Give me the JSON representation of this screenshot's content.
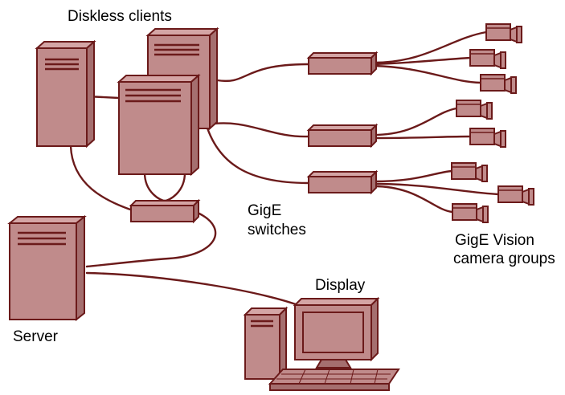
{
  "labels": {
    "clients": "Diskless clients",
    "switches_line1": "GigE",
    "switches_line2": "switches",
    "cameras_line1": "GigE Vision",
    "cameras_line2": "camera groups",
    "display": "Display",
    "server": "Server"
  },
  "colors": {
    "fill": "#c08b8b",
    "fill_dark": "#a56f6f",
    "stroke": "#6b1a1a",
    "text": "#000000"
  },
  "icons": {
    "tower": "tower-computer-icon",
    "switch": "network-switch-icon",
    "camera": "video-camera-icon",
    "display": "desktop-workstation-icon"
  }
}
